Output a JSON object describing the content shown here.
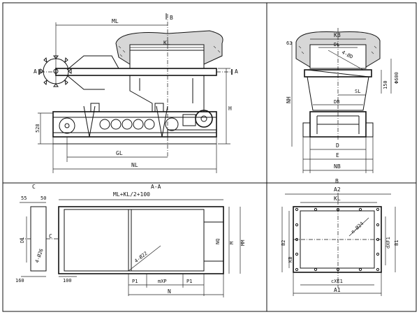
{
  "views": {
    "front": {
      "labels": {
        "ml": "ML",
        "b": "B",
        "kl": "KL",
        "a_left": "A",
        "a_right": "A",
        "h": "H",
        "dim528": "528",
        "gl": "GL",
        "nl": "NL"
      }
    },
    "side": {
      "labels": {
        "kb": "KB",
        "dl": "DL",
        "d63": "63",
        "bolts": "4-ØD",
        "sl": "SL",
        "nh": "NH",
        "d150": "150",
        "phi600": "Φ600",
        "db": "DB",
        "d": "D",
        "e": "E",
        "nb": "NB"
      }
    },
    "section": {
      "labels": {
        "c_left": "C",
        "c_mid": "C",
        "title": "A-A",
        "formula": "ML+KL/2+100",
        "d55": "55",
        "d50": "50",
        "dl": "DL",
        "holes": "4-Ø26",
        "d160": "160",
        "d100": "100",
        "slot": "4-Ø22",
        "nq": "NQ",
        "m": "M",
        "mm": "MM",
        "p1_left": "P1",
        "mxp": "mXP",
        "p1_right": "P1",
        "n": "N"
      }
    },
    "plan": {
      "labels": {
        "b": "B",
        "a2": "A2",
        "kl": "KL",
        "b2": "B2",
        "kb": "KB",
        "hole": "n-Ø24",
        "dxf1": "dXF1",
        "b1": "B1",
        "cxe1": "cXE1",
        "a1": "A1"
      }
    }
  }
}
